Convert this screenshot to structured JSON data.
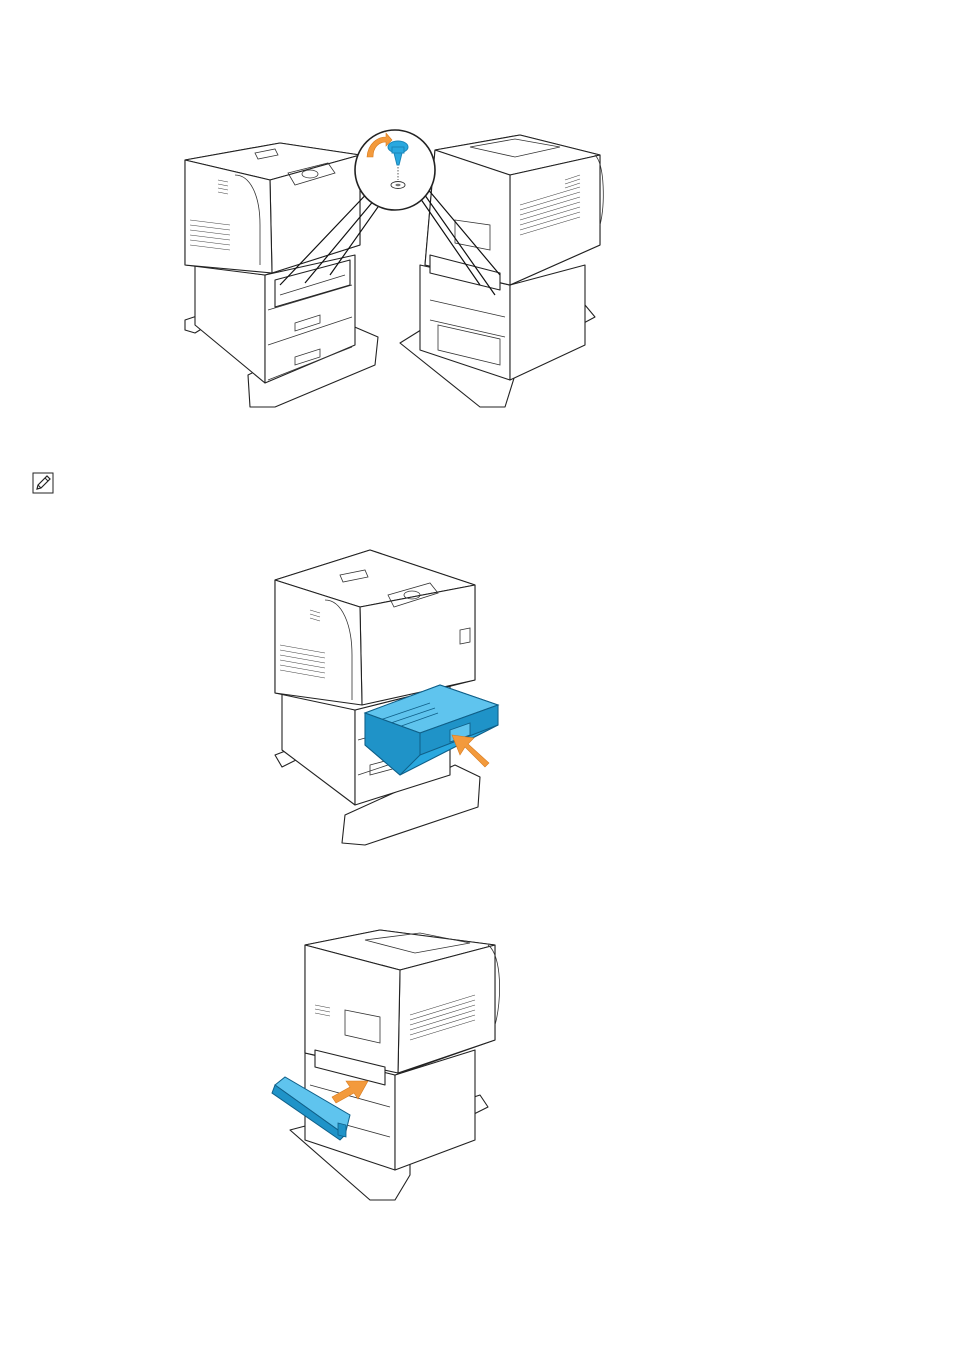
{
  "colors": {
    "accent_part": "#29a8df",
    "accent_part_dark": "#1b86b8",
    "arrow": "#f39a3c",
    "outline": "#222222"
  },
  "figures": [
    {
      "id": "remove-screws-figure",
      "parts": [
        "screw-icon",
        "rotate-arrow-icon"
      ]
    },
    {
      "id": "insert-tray-figure",
      "parts": [
        "paper-tray",
        "push-arrow-icon"
      ]
    },
    {
      "id": "attach-rear-cover-figure",
      "parts": [
        "rear-cover",
        "push-arrow-icon"
      ]
    }
  ],
  "note": {
    "icon": "pencil-note-icon"
  }
}
